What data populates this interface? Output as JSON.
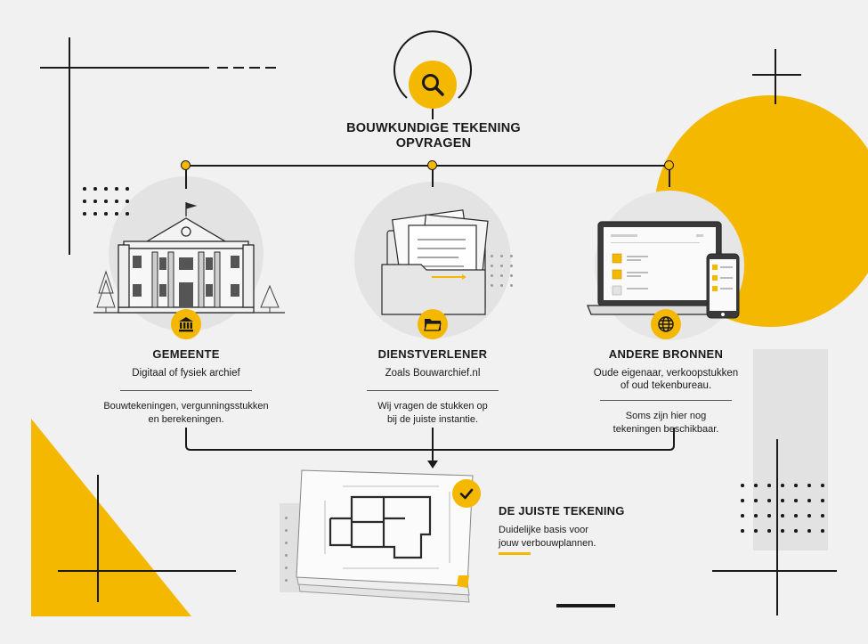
{
  "title": [
    "BOUWKUNDIGE TEKENING",
    "OPVRAGEN"
  ],
  "icons": {
    "main": "search-icon",
    "gemeente": "bank-icon",
    "dienstverlener": "folder-icon",
    "andere": "globe-icon",
    "result": "check-icon"
  },
  "columns": [
    {
      "title": "GEMEENTE",
      "subtitle": "Digitaal of fysiek archief",
      "desc": [
        "Bouwtekeningen, vergunningsstukken",
        "en berekeningen."
      ]
    },
    {
      "title": "DIENSTVERLENER",
      "subtitle": "Zoals Bouwarchief.nl",
      "desc": [
        "Wij vragen de stukken op",
        "bij de juiste instantie."
      ]
    },
    {
      "title": "ANDERE BRONNEN",
      "subtitle": [
        "Oude eigenaar, verkoopstukken",
        "of oud tekenbureau."
      ],
      "desc": [
        "Soms zijn hier nog",
        "tekeningen beschikbaar."
      ]
    }
  ],
  "result": {
    "title": "DE JUISTE TEKENING",
    "desc": [
      "Duidelijke basis voor",
      "jouw verbouwplannen."
    ]
  },
  "colors": {
    "accent": "#f5b800",
    "ink": "#1a1a1a",
    "background": "#f1f1f1",
    "soft_circle": "#e3e3e3"
  }
}
